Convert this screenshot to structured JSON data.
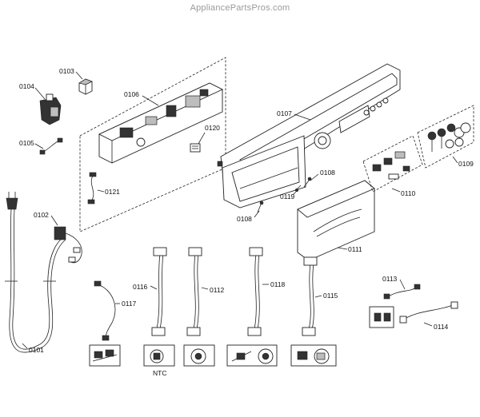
{
  "watermark": "AppliancePartsPros.com",
  "labels": {
    "p0101": "0101",
    "p0102": "0102",
    "p0103": "0103",
    "p0104": "0104",
    "p0105": "0105",
    "p0106": "0106",
    "p0107": "0107",
    "p0108a": "0108",
    "p0108b": "0108",
    "p0109": "0109",
    "p0110": "0110",
    "p0111": "0111",
    "p0112": "0112",
    "p0113": "0113",
    "p0114": "0114",
    "p0115": "0115",
    "p0116": "0116",
    "p0117": "0117",
    "p0118": "0118",
    "p0119": "0119",
    "p0120": "0120",
    "p0121": "0121",
    "ntc": "NTC"
  }
}
